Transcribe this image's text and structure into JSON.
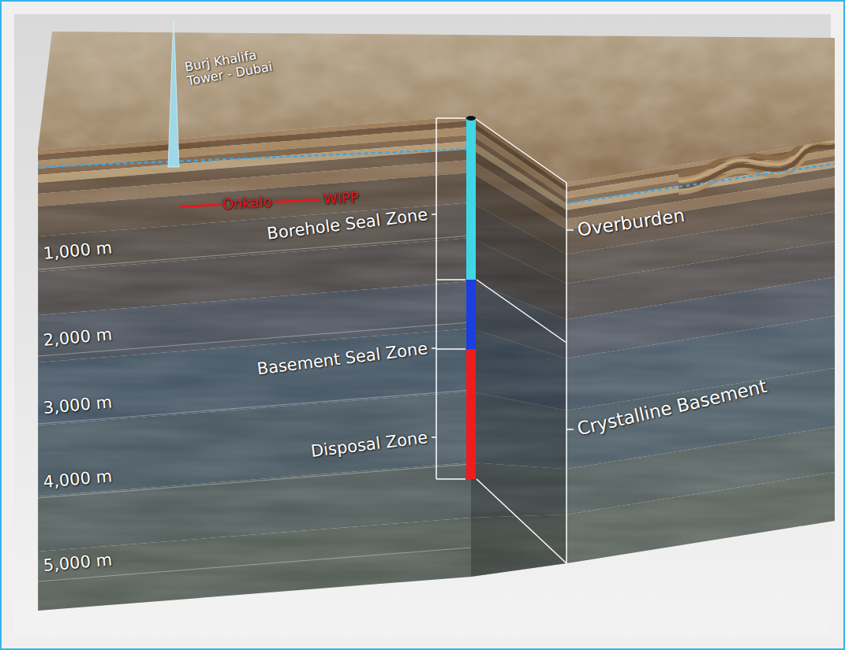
{
  "diagram": {
    "labels": [
      "Burj Khalifa Tower - Dubai",
      "Onkalo",
      "WIPP",
      "1,000 m",
      "Borehole Seal Zone",
      "Overburden",
      "2,000 m",
      "Basement Seal Zone",
      "3,000 m",
      "Crystalline Basement",
      "Disposal Zone",
      "4,000 m",
      "5,000 m"
    ]
  }
}
